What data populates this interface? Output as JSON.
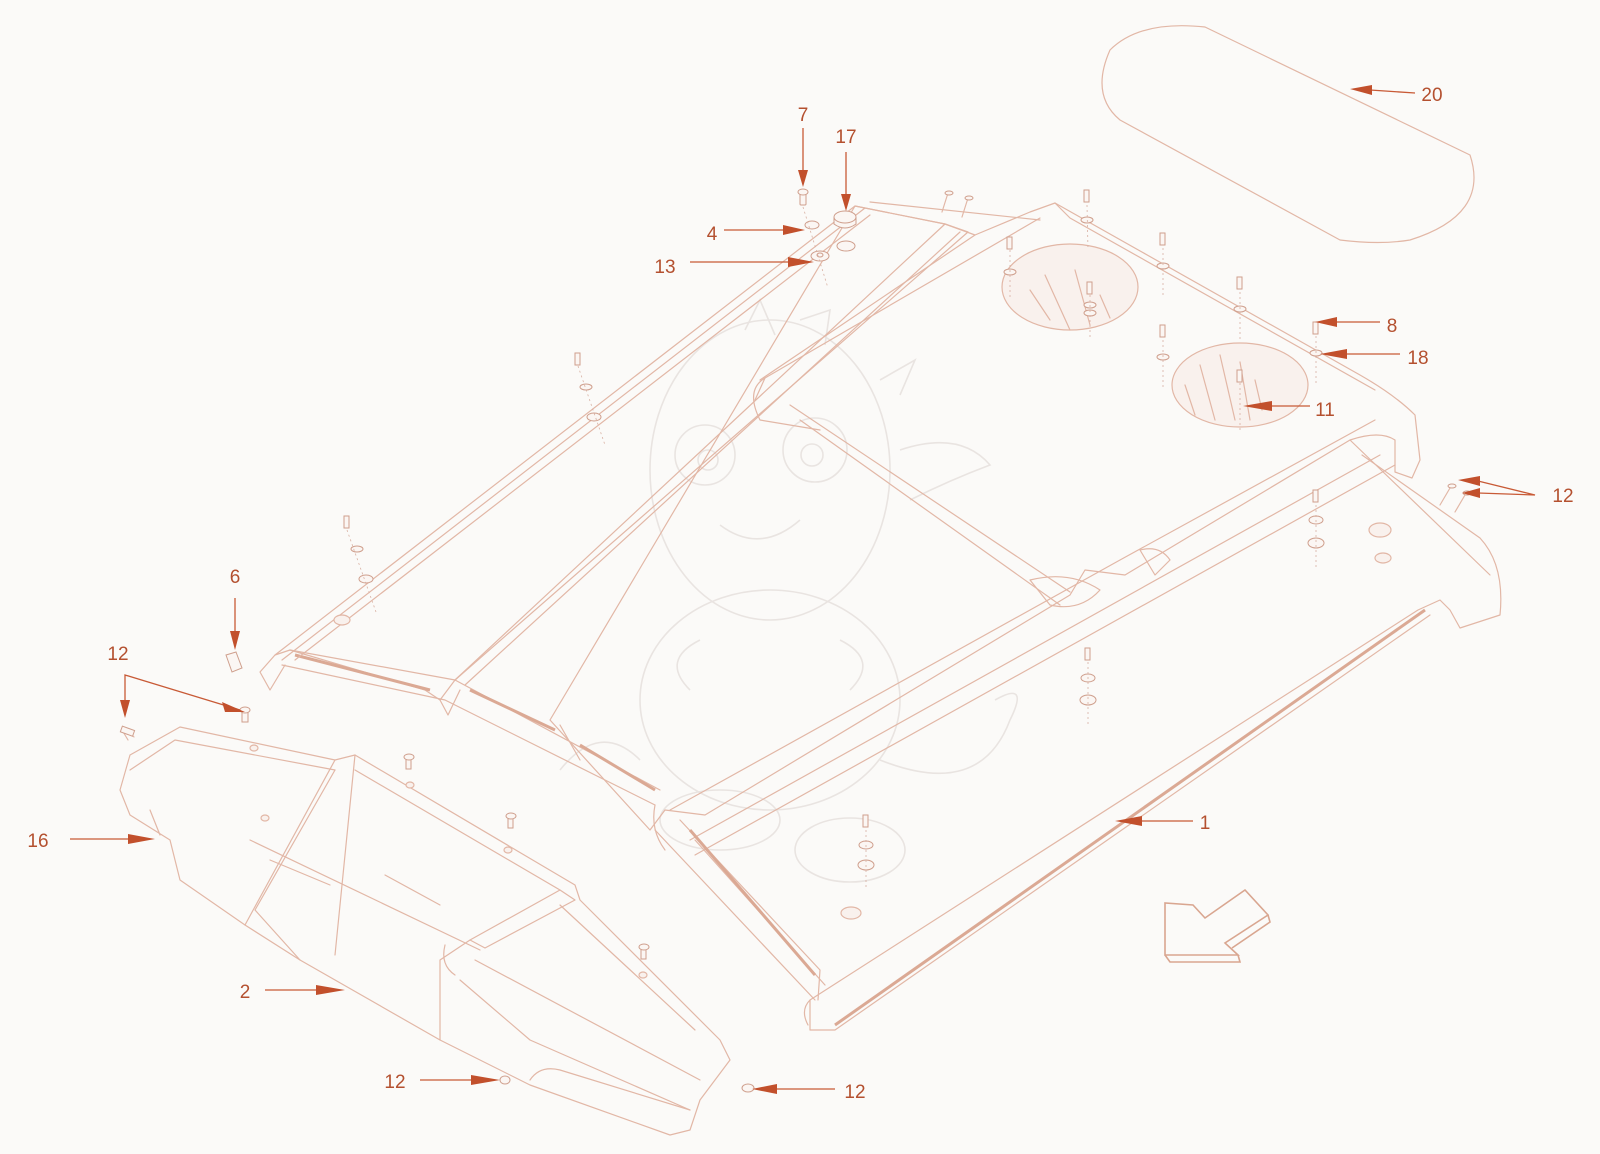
{
  "callouts": [
    {
      "id": "c7",
      "label": "7"
    },
    {
      "id": "c17",
      "label": "17"
    },
    {
      "id": "c4",
      "label": "4"
    },
    {
      "id": "c13",
      "label": "13"
    },
    {
      "id": "c20",
      "label": "20"
    },
    {
      "id": "c8",
      "label": "8"
    },
    {
      "id": "c18",
      "label": "18"
    },
    {
      "id": "c11",
      "label": "11"
    },
    {
      "id": "c12a",
      "label": "12"
    },
    {
      "id": "c6",
      "label": "6"
    },
    {
      "id": "c12b",
      "label": "12"
    },
    {
      "id": "c1",
      "label": "1"
    },
    {
      "id": "c16",
      "label": "16"
    },
    {
      "id": "c2",
      "label": "2"
    },
    {
      "id": "c12c",
      "label": "12"
    },
    {
      "id": "c12d",
      "label": "12"
    }
  ],
  "colors": {
    "callout": "#b4502f",
    "leader": "#c85a36",
    "linework": "#e2b7a6"
  },
  "icons": {
    "direction": "front-direction-arrow-icon",
    "watermark": "dragon-watermark-icon"
  }
}
